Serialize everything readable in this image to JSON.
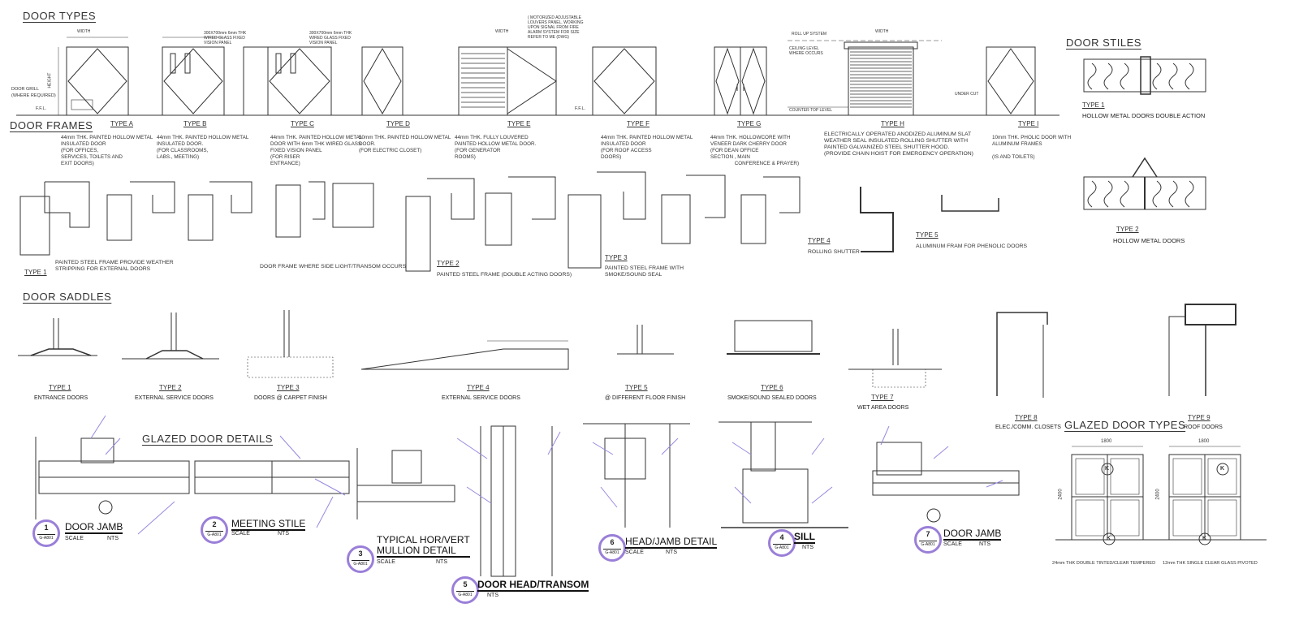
{
  "sections": {
    "door_types": "DOOR TYPES",
    "door_stiles": "DOOR STILES",
    "door_frames": "DOOR FRAMES",
    "door_saddles": "DOOR SADDLES",
    "glazed_door_details": "GLAZED DOOR DETAILS",
    "glazed_door_types": "GLAZED DOOR TYPES"
  },
  "door_types": [
    {
      "label": "TYPE A",
      "desc": "44mm THK. PAINTED HOLLOW METAL\nINSULATED DOOR\n(FOR OFFICES,\nSERVICES, TOILETS AND\nEXIT DOORS)"
    },
    {
      "label": "TYPE B",
      "desc": "44mm THK. PAINTED HOLLOW METAL\nINSULATED DOOR.\n(FOR CLASSROOMS,\nLABS., MEETING)"
    },
    {
      "label": "TYPE C",
      "desc": "44mm THK. PAINTED HOLLOW METAL\nDOOR WITH 6mm THK WIRED GLASS\nFIXED VISION PANEL\n(FOR RISER\nENTRANCE)"
    },
    {
      "label": "TYPE D",
      "desc": "50mm THK. PAINTED HOLLOW METAL\nDOOR.\n(FOR ELECTRIC CLOSET)"
    },
    {
      "label": "TYPE E",
      "desc": "44mm THK. FULLY LOUVERED\nPAINTED HOLLOW METAL DOOR.\n(FOR GENERATOR\nROOMS)"
    },
    {
      "label": "TYPE F",
      "desc": "44mm THK. PAINTED HOLLOW METAL\nINSULATED DOOR\n(FOR ROOF ACCESS\nDOORS)"
    },
    {
      "label": "TYPE G",
      "desc": "44mm THK. HOLLOWCORE WITH\nVENEER DARK CHERRY DOOR\n(FOR DEAN OFFICE\nSECTION , MAIN\n                 CONFERENCE & PRAYER)"
    },
    {
      "label": "TYPE H",
      "desc": "ELECTRICALLY OPERATED ANODIZED ALUMINUM SLAT\nWEATHER SEAL INSULATED ROLLING SHUTTER WITH\nPAINTED GALVANIZED STEEL SHUTTER HOOD.\n(PROVIDE CHAIN HOIST FOR EMERGENCY OPERATION)"
    },
    {
      "label": "TYPE I",
      "desc": "10mm THK. PHOLIC DOOR WITH\nALUMINUM FRAMES\n\n(IS AND TOILETS)"
    }
  ],
  "door_type_annotations": {
    "width": "WIDTH",
    "height": "HEIGHT",
    "ffl": "F.F.L.",
    "door_grill": "DOOR GRILL\n(WHERE REQUIRED)",
    "vision_panel": "300X700mm 6mm THK\nWIRED GLASS FIXED\nVISION PANEL",
    "louvre_note": "( MOTORIZED ADJUSTABLE\nLOUVERS PANEL, WORKING\nUPON SIGNAL FROM FIRE\nALARM SYSTEM FOR SIZE\nREFER TO ME (DWG)",
    "roll_up": "ROLL UP SYSTEM",
    "ceiling_level": "CEILING LEVEL\nWHERE OCCURS",
    "counter_top": "COUNTER TOP LEVEL",
    "under_cut": "UNDER CUT"
  },
  "door_stiles": [
    {
      "label": "TYPE 1",
      "caption": "HOLLOW METAL DOORS DOUBLE ACTION"
    },
    {
      "label": "TYPE 2",
      "caption": "HOLLOW METAL DOORS"
    }
  ],
  "door_frames": [
    {
      "label": "TYPE 1",
      "caption": "PAINTED STEEL FRAME PROVIDE WEATHER\nSTRIPPING FOR EXTERNAL DOORS"
    },
    {
      "label": "",
      "caption": "DOOR FRAME WHERE SIDE LIGHT/TRANSOM OCCURS"
    },
    {
      "label": "TYPE 2",
      "caption": "PAINTED STEEL FRAME (DOUBLE ACTING DOORS)"
    },
    {
      "label": "TYPE 3",
      "caption": "PAINTED STEEL FRAME WITH\nSMOKE/SOUND SEAL"
    },
    {
      "label": "TYPE 4",
      "caption": "ROLLING SHUTTER"
    },
    {
      "label": "TYPE 5",
      "caption": "ALUMINUM FRAM FOR PHENOLIC DOORS"
    }
  ],
  "door_saddles": [
    {
      "label": "TYPE 1",
      "caption": "ENTRANCE DOORS"
    },
    {
      "label": "TYPE 2",
      "caption": "EXTERNAL SERVICE DOORS"
    },
    {
      "label": "TYPE 3",
      "caption": "DOORS @ CARPET FINISH"
    },
    {
      "label": "TYPE 4",
      "caption": "EXTERNAL SERVICE DOORS"
    },
    {
      "label": "TYPE 5",
      "caption": "@ DIFFERENT FLOOR FINISH"
    },
    {
      "label": "TYPE 6",
      "caption": "SMOKE/SOUND SEALED DOORS"
    },
    {
      "label": "TYPE 7",
      "caption": "WET AREA DOORS"
    },
    {
      "label": "TYPE 8",
      "caption": "ELEC./COMM. CLOSETS"
    },
    {
      "label": "TYPE 9",
      "caption": "ROOF DOORS"
    }
  ],
  "details": [
    {
      "num": "1",
      "sheet": "G-A801",
      "title": "DOOR JAMB",
      "scale_label": "SCALE",
      "scale": "NTS"
    },
    {
      "num": "2",
      "sheet": "G-A801",
      "title": "MEETING STILE",
      "scale_label": "SCALE",
      "scale": "NTS"
    },
    {
      "num": "3",
      "sheet": "G-A801",
      "title": "TYPICAL HOR/VERT\nMULLION DETAIL",
      "scale_label": "SCALE",
      "scale": "NTS"
    },
    {
      "num": "5",
      "sheet": "G-A801",
      "title": "DOOR HEAD/TRANSOM",
      "scale_label": "",
      "scale": "NTS"
    },
    {
      "num": "6",
      "sheet": "G-A801",
      "title": "HEAD/JAMB DETAIL",
      "scale_label": "SCALE",
      "scale": "NTS"
    },
    {
      "num": "4",
      "sheet": "G-A801",
      "title": "SILL",
      "scale_label": "",
      "scale": "NTS"
    },
    {
      "num": "7",
      "sheet": "G-A801",
      "title": "DOOR JAMB",
      "scale_label": "SCALE",
      "scale": "NTS"
    }
  ],
  "glazed_types": [
    {
      "width": "1800",
      "height": "2400",
      "caption": "24mm THK DOUBLE TINTED/CLEAR TEMPERED"
    },
    {
      "width": "1800",
      "height": "2400",
      "caption": "12mm THK SINGLE CLEAR GLASS PIVOTED"
    }
  ],
  "glazed_mark": "K",
  "colors": {
    "line": "#333333",
    "leader": "#9a88e0",
    "bubble": "#9a7fd8"
  }
}
